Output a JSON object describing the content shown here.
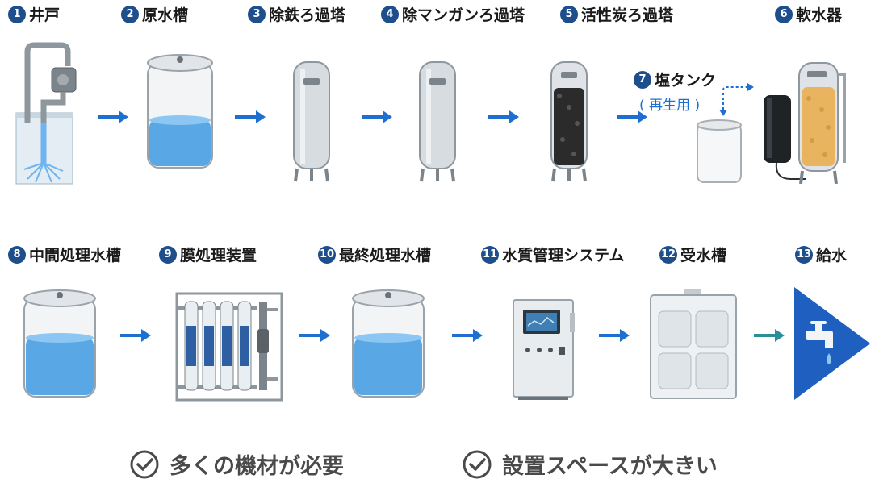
{
  "row1": {
    "steps": [
      {
        "num": "1",
        "label": "井戸"
      },
      {
        "num": "2",
        "label": "原水槽"
      },
      {
        "num": "3",
        "label": "除鉄ろ過塔"
      },
      {
        "num": "4",
        "label": "除マンガンろ過塔"
      },
      {
        "num": "5",
        "label": "活性炭ろ過塔"
      },
      {
        "num": "6",
        "label": "軟水器"
      }
    ],
    "salt_tank": {
      "num": "7",
      "label": "塩タンク",
      "note": "( 再生用 )"
    }
  },
  "row2": {
    "steps": [
      {
        "num": "8",
        "label": "中間処理水槽"
      },
      {
        "num": "9",
        "label": "膜処理装置"
      },
      {
        "num": "10",
        "label": "最終処理水槽"
      },
      {
        "num": "11",
        "label": "水質管理システム"
      },
      {
        "num": "12",
        "label": "受水槽"
      },
      {
        "num": "13",
        "label": "給水"
      }
    ]
  },
  "footer": [
    {
      "text": "多くの機材が必要"
    },
    {
      "text": "設置スペースが大きい"
    }
  ],
  "colors": {
    "badge": "#1f4e8c",
    "flow_arrow": "#1f6fd1",
    "final_arrow": "#2a8f9a",
    "water": "#5aa7e6",
    "supply_triangle": "#1f5fbf",
    "footer_text": "#4a4a4a"
  }
}
